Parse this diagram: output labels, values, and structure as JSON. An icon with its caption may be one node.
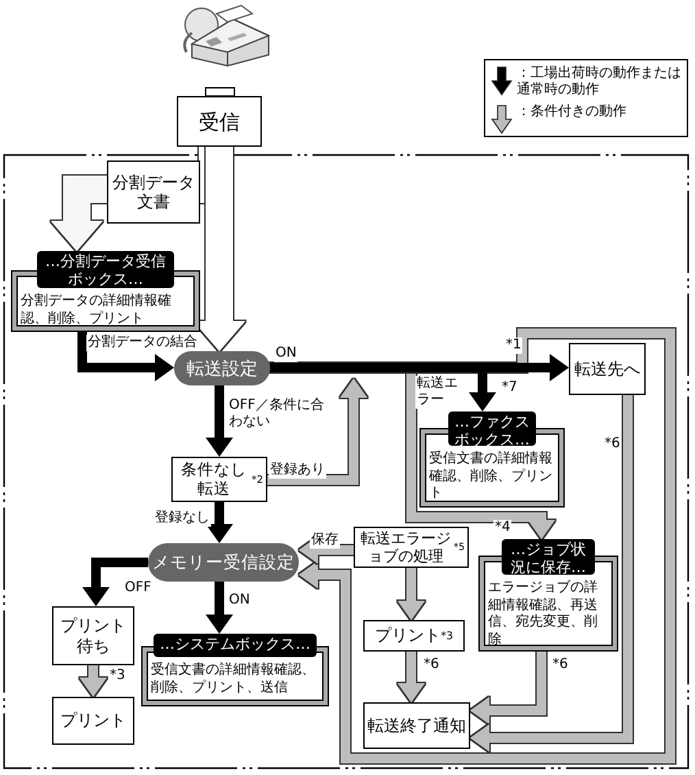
{
  "diagram": {
    "nodes": [
      {
        "text": [
          "受信"
        ]
      },
      {
        "text": [
          "分割データ文書"
        ]
      },
      {
        "text": [
          "…分割データ受信ボックス…",
          "分割データの詳細情報確認、削除、プリント"
        ]
      },
      {
        "text": [
          "転送設定"
        ]
      },
      {
        "text": [
          "転送先へ"
        ]
      },
      {
        "text": [
          "…ファクスボックス…",
          "受信文書の詳細情報確認、削除、プリント"
        ]
      },
      {
        "text": [
          "条件なし転送$^{*2}$"
        ]
      },
      {
        "text": [
          "転送エラージョブの処理$^{*5}$"
        ]
      },
      {
        "text": [
          "…ジョブ状況に保存…",
          "エラージョブの詳細情報確認、再送信、宛先変更、削除"
        ]
      },
      {
        "text": [
          "メモリー受信設定"
        ]
      },
      {
        "text": [
          "プリント待ち"
        ]
      },
      {
        "text": [
          "…システムボックス…",
          "受信文書の詳細情報確認、削除、プリント、送信"
        ]
      },
      {
        "text": [
          "プリント$^{*3}$"
        ]
      },
      {
        "text": [
          "プリント"
        ]
      },
      {
        "text": [
          "転送終了通知"
        ]
      }
    ],
    "edges": [
      {
        "from": 0,
        "to": 1,
        "arrow": "none",
        "style": "thick",
        "color": "#ffffff"
      },
      {
        "from": 0,
        "to": 3,
        "arrow": "to",
        "style": "thick",
        "color": "#ffffff"
      },
      {
        "from": 1,
        "to": 2,
        "arrow": "to",
        "style": "thick",
        "color": "#f7f7f7"
      },
      {
        "from": 2,
        "to": 3,
        "arrow": "to",
        "label": "分割データの結合",
        "color": "#000000"
      },
      {
        "from": 3,
        "to": 4,
        "arrow": "to",
        "label": "ON",
        "color": "#000000"
      },
      {
        "from": 3,
        "to": 5,
        "arrow": "to",
        "label": "*7",
        "color": "#000000"
      },
      {
        "from": 3,
        "to": 8,
        "arrow": "to",
        "label": "転送エラー",
        "color": "#bdbdbd"
      },
      {
        "from": 3,
        "to": 9,
        "arrow": "to",
        "label": "*1",
        "color": "#bdbdbd"
      },
      {
        "from": 3,
        "to": 6,
        "arrow": "to",
        "label": "OFF／条件に合わない",
        "color": "#000000"
      },
      {
        "from": 6,
        "to": null,
        "arrow": "to",
        "label": "登録あり",
        "color": "#bdbdbd"
      },
      {
        "from": 6,
        "to": 9,
        "arrow": "to",
        "label": "登録なし",
        "color": "#000000"
      },
      {
        "from": 7,
        "to": 9,
        "arrow": "to",
        "label": "保存",
        "color": "#bdbdbd"
      },
      {
        "from": 7,
        "to": 12,
        "arrow": "to",
        "color": "#bdbdbd"
      },
      {
        "from": 8,
        "to": 14,
        "arrow": "to",
        "label": "*6",
        "color": "#bdbdbd"
      },
      {
        "from": 4,
        "to": 14,
        "arrow": "to",
        "label": "*6",
        "color": "#bdbdbd"
      },
      {
        "from": 12,
        "to": 14,
        "arrow": "to",
        "label": "*6",
        "color": "#bdbdbd"
      },
      {
        "from": 9,
        "to": 10,
        "arrow": "to",
        "label": "OFF",
        "color": "#000000"
      },
      {
        "from": 9,
        "to": 11,
        "arrow": "to",
        "label": "ON",
        "color": "#000000"
      },
      {
        "from": 10,
        "to": 13,
        "arrow": "to",
        "label": "*3",
        "color": "#bdbdbd"
      }
    ],
    "labels": [
      "*4"
    ],
    "legend": [
      {
        "text": "：工場出荷時の動作または通常時の動作",
        "color": "#000000"
      },
      {
        "text": "：条件付きの動作",
        "color": "#bdbdbd"
      }
    ]
  }
}
